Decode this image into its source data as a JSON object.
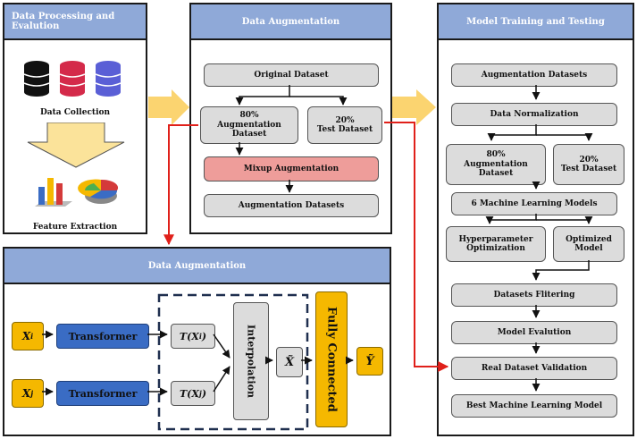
{
  "panels": {
    "processing": {
      "title": "Data Processing and Evalution",
      "collection_label": "Data Collection",
      "extraction_label": "Feature Extraction"
    },
    "augmentation_top": {
      "title": "Data Augmentation",
      "original": "Original Dataset",
      "aug_pct": "80%",
      "aug_label": "Augmentation Dataset",
      "test_pct": "20%",
      "test_label": "Test Dataset",
      "mixup": "Mixup Augmentation",
      "aug_datasets": "Augmentation Datasets"
    },
    "training": {
      "title": "Model Training and Testing",
      "aug_datasets": "Augmentation Datasets",
      "normalization": "Data Normalization",
      "aug_pct": "80%",
      "aug_label": "Augmentation Dataset",
      "test_pct": "20%",
      "test_label": "Test Dataset",
      "ml_models": "6 Machine Learning Models",
      "hyper_1": "Hyperparameter",
      "hyper_2": "Optimization",
      "opt_1": "Optimized",
      "opt_2": "Model",
      "filtering": "Datasets Flitering",
      "evaluation": "Model Evalution",
      "validation": "Real Dataset Validation",
      "best": "Best Machine Learning Model"
    },
    "augmentation_bottom": {
      "title": "Data Augmentation",
      "xi_var": "X",
      "xi_sub": "i",
      "xj_var": "X",
      "xj_sub": "j",
      "transformer_1": "Transformer",
      "transformer_2": "Transformer",
      "t_prefix": "T(",
      "t_suffix": ")",
      "interpolation": "Interpolation",
      "x_tilde": "X̃",
      "fully_connected": "Fully Connected",
      "y_tilde": "Ỹ"
    }
  },
  "colors": {
    "header_blue": "#8fa9d8",
    "box_gray": "#dcdcdc",
    "mixup_pink": "#ee9d9a",
    "transformer_blue": "#3a6cc4",
    "accent_yellow": "#f5b800",
    "arrow_red": "#e0201a"
  }
}
